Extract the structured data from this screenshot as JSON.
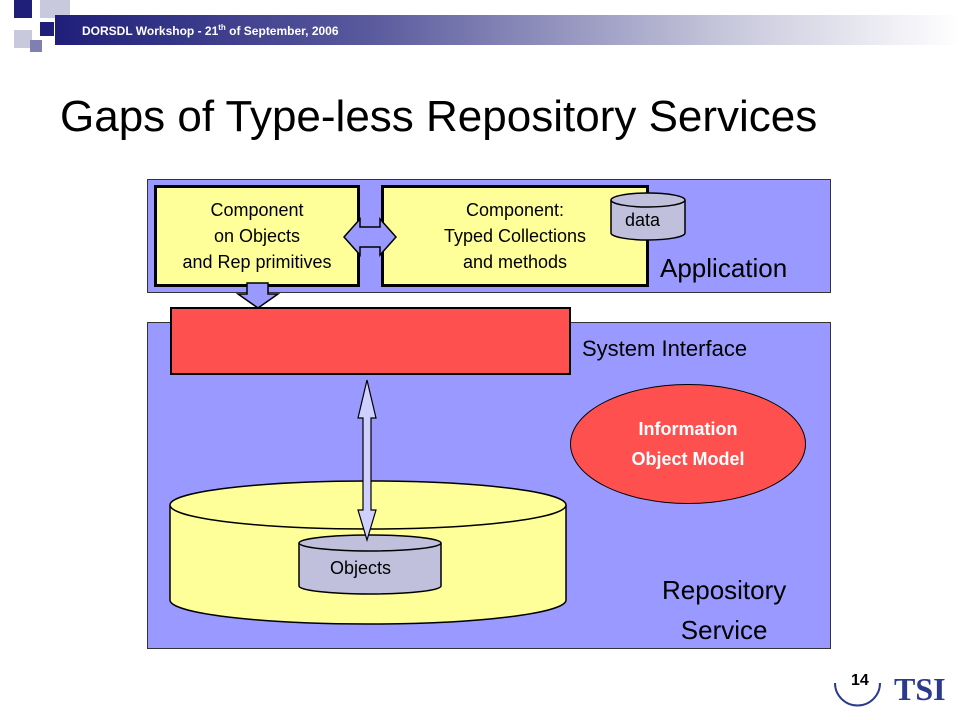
{
  "header": {
    "text_before": "DORSDL Workshop - 21",
    "superscript": "th",
    "text_after": " of September, 2006"
  },
  "title": "Gaps of Type-less Repository Services",
  "application_panel": {
    "label": "Application",
    "component1": {
      "line1": "Component",
      "line2": "on Objects",
      "line3": "and Rep primitives"
    },
    "component2": {
      "line1": "Component:",
      "line2": "Typed Collections",
      "line3": "and methods"
    },
    "data_cylinder": "data"
  },
  "repository_panel": {
    "system_interface_label": "System Interface",
    "info_model": {
      "line1": "Information",
      "line2": "Object Model"
    },
    "objects_cylinder": "Objects",
    "label_line1": "Repository",
    "label_line2": "Service"
  },
  "page_number": "14",
  "colors": {
    "panel": "#9999ff",
    "component": "#ffff99",
    "interface": "#ff5050",
    "cylinder_small": "#c0c0dd"
  }
}
